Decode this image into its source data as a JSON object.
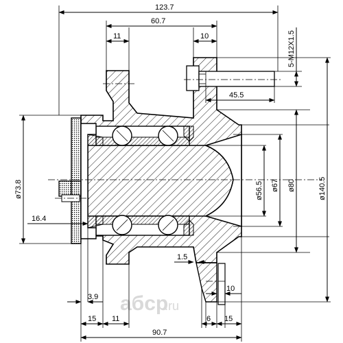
{
  "dimensions": {
    "overall_width": "123.7",
    "flange_span": "60.7",
    "left_step": "11",
    "right_step": "10",
    "stud_thread": "5-M12X1.5",
    "stud_length": "45.5",
    "dia_inner": "ø56.5",
    "dia_67": "ø67",
    "dia_80": "ø80",
    "dia_pcd": "ø140.5",
    "dia_hub": "ø73.8",
    "left_offset": "16.4",
    "chamfer": "1.5",
    "flange_thk": "10",
    "small_gap": "3.9",
    "bottom_15_left": "15",
    "bottom_11": "11",
    "bottom_6": "6",
    "bottom_15_right": "15",
    "bottom_total": "90.7"
  },
  "watermark": {
    "text": "aбcp",
    "suffix": ".ru"
  }
}
